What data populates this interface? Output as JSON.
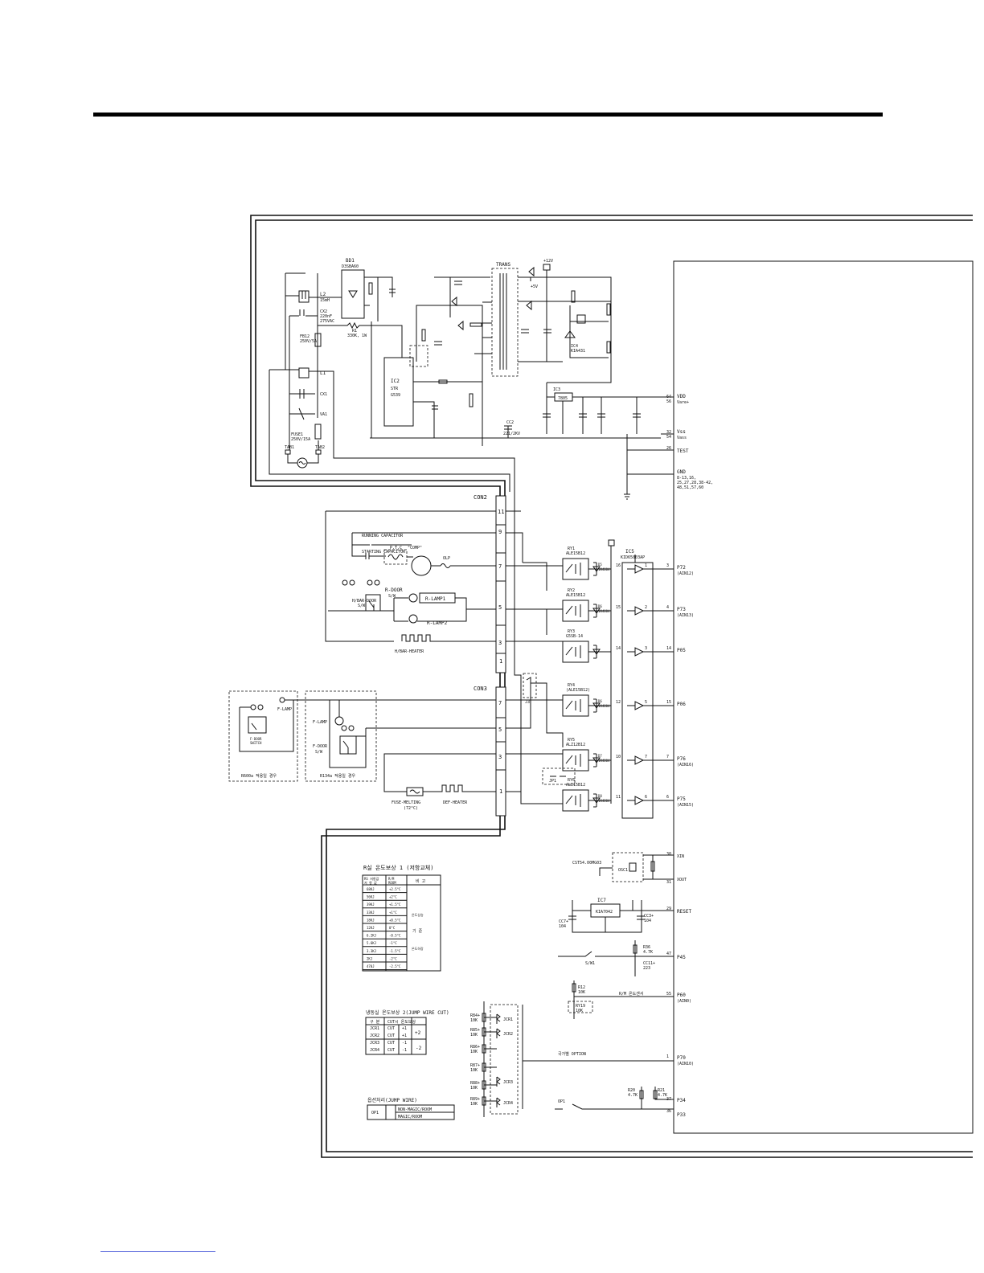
{
  "sheet": {
    "power": {
      "bridge": "BD1",
      "bridge_part": "D3SBA60",
      "coil_l2": "L2",
      "coil_l2_val": "15mH",
      "cx2": "CX2",
      "cx2_val1": "220nF",
      "cx2_val2": "275VAC",
      "fuse2": "FB12",
      "fuse2_val": "250V/5A",
      "coil_l1": "L1",
      "cx1": "CX1",
      "va1": "VA1",
      "fuse1": "FUSE1",
      "fuse1_val": "250V/15A",
      "tab1": "TAB1",
      "tab2": "TAB2",
      "r1": "R1",
      "r1_val": "330K, 1W",
      "trans": "TRANS",
      "ic2": "IC2",
      "ic2_part1": "STR",
      "ic2_part2": "G539",
      "cc2": "CC2",
      "cc2_val": "221/2KV",
      "ic3": "IC3",
      "ic3_part": "7805",
      "plus12v": "+12V",
      "plus5v": "+5V",
      "ic4": "IC4",
      "ic4_part": "KIA431"
    },
    "mcu_pins_top": [
      {
        "num": "64",
        "num2": "56",
        "name": "VDD",
        "name2": "Vare+"
      },
      {
        "num": "32",
        "num2": "54",
        "name": "Vss",
        "name2": "Vass"
      },
      {
        "num": "26",
        "name": "TEST"
      },
      {
        "num": "",
        "name": "GND",
        "name2": "8-13,16,",
        "name3": "25,27,28,38-42,",
        "name4": "48,51,57,60"
      }
    ],
    "con2": {
      "label": "CON2",
      "pins": [
        "11",
        "9",
        "7",
        "5",
        "3",
        "1"
      ],
      "running_cap": "RUNNING CAPACITOR",
      "starting_cap": "STARTING CAPACITOR",
      "ptc": "P.T.C",
      "comp": "\"COMP\"",
      "olp": "OLP",
      "r_door": "R-DOOR",
      "r_door_sub": "S/W",
      "h_bar_door": "H/BAR-DOOR",
      "h_bar_door_sub": "S/W",
      "r_lamp1": "R-LAMP1",
      "r_lamp2": "R-LAMP2",
      "h_bar_heater": "H/BAR-HEATER"
    },
    "con3": {
      "label": "CON3",
      "pins": [
        "7",
        "5",
        "3",
        "1"
      ],
      "f_lamp": "F-LAMP",
      "f_door_switch": "F-DOOR",
      "f_door_switch2": "SWITCH",
      "f_door": "F-DOOR",
      "f_door_sub": "S/W",
      "box1_caption": "R600a 적용일 경우",
      "box2_caption": "R134a 적용일 경우",
      "fuse_melting": "FUSE-MELTING",
      "fuse_temp": "(72°C)",
      "def_heater": "DEF-HEATER",
      "j3": "J3",
      "jp1": "JP1"
    },
    "driver": {
      "ic": "IC5",
      "part": "KID65003AP"
    },
    "relays": [
      {
        "name": "RY1",
        "part": "ALE15B12",
        "diode": "D5",
        "diode_part": "1N4004",
        "ic_in": "16",
        "ic_out": "1",
        "mcu_num": "3",
        "mcu_port": "P72",
        "mcu_sub": "(AIN12)"
      },
      {
        "name": "RY2",
        "part": "ALE15B12",
        "diode": "D6",
        "diode_part": "1N4004",
        "ic_in": "15",
        "ic_out": "2",
        "mcu_num": "4",
        "mcu_port": "P73",
        "mcu_sub": "(AIN13)"
      },
      {
        "name": "RY3",
        "part": "G5SB-14",
        "diode": "",
        "diode_part": "",
        "ic_in": "14",
        "ic_out": "3",
        "mcu_num": "14",
        "mcu_port": "P05",
        "mcu_sub": ""
      },
      {
        "name": "RY4",
        "part": "(ALE15B12)",
        "diode": "D6",
        "diode_part": "1N4004",
        "ic_in": "12",
        "ic_out": "5",
        "mcu_num": "15",
        "mcu_port": "P06",
        "mcu_sub": ""
      },
      {
        "name": "RY5",
        "part": "ALZ12B12",
        "diode": "D7",
        "diode_part": "1N4004",
        "ic_in": "10",
        "ic_out": "7",
        "mcu_num": "7",
        "mcu_port": "P76",
        "mcu_sub": "(AIN16)"
      },
      {
        "name": "RY6",
        "part": "ALE15B12",
        "diode": "D8",
        "diode_part": "1N4004",
        "ic_in": "11",
        "ic_out": "6",
        "mcu_num": "6",
        "mcu_port": "P75",
        "mcu_sub": "(AIN15)"
      }
    ],
    "osc": {
      "part": "CST54.00MG03",
      "label": "OSC1",
      "xin_num": "30",
      "xin": "XIN",
      "xout_num": "31",
      "xout": "XOUT"
    },
    "reset": {
      "ic": "IC7",
      "ic_part": "KIA7042",
      "cap_left": "CC7+",
      "cap_left_val": "104",
      "cap_right": "CC3+",
      "cap_right_val": "104",
      "num": "29",
      "name": "RESET"
    },
    "switch": {
      "label": "S/W1",
      "r": "R36",
      "r_val": "4.7K",
      "c": "CC11+",
      "c_val": "223",
      "num": "47",
      "name": "P45"
    },
    "sensor": {
      "r": "R12",
      "r_val": "10K",
      "label": "R/M 온도센서",
      "ry": "RY19",
      "ry_val": "10K",
      "num": "55",
      "name": "P60",
      "sub": "(AIN0)"
    },
    "option": {
      "label": "국가별 OPTION",
      "num": "1",
      "name": "P70",
      "sub": "(AIN10)"
    },
    "jumpers": {
      "rows": [
        {
          "r": "R84+",
          "v": "10K"
        },
        {
          "r": "R85+",
          "v": "10K"
        },
        {
          "r": "R86+",
          "v": "10K"
        },
        {
          "r": "R87+",
          "v": "10K"
        },
        {
          "r": "R88+",
          "v": "10K"
        },
        {
          "r": "R89+",
          "v": "10K"
        }
      ],
      "jcr": [
        "JCR1",
        "JCR2",
        "JCR3",
        "JCR4"
      ]
    },
    "op1": {
      "label": "OP1",
      "r20": "R20",
      "r20_val": "4.7K",
      "r21": "R21",
      "r21_val": "4.7K",
      "num1": "37",
      "name1": "P34",
      "num2": "36",
      "name2": "P33"
    },
    "table1": {
      "title": "R실 온도보상 1 (저항교체)",
      "head_left1": "RS 저항값",
      "head_left2": "저 항 값",
      "head_mid": "R/M",
      "head_mid2": "ROOM",
      "head_right": "비 고",
      "rows": [
        [
          "68KJ",
          "+2.5°C"
        ],
        [
          "56KJ",
          "+2°C"
        ],
        [
          "39KJ",
          "+1.5°C"
        ],
        [
          "33KJ",
          "+1°C"
        ],
        [
          "18KJ",
          "+0.5°C"
        ],
        [
          "12KJ",
          "0°C"
        ],
        [
          "6.2KJ",
          "-0.5°C"
        ],
        [
          "5.6KJ",
          "-1°C"
        ],
        [
          "3.3KJ",
          "-1.5°C"
        ],
        [
          "2KJ",
          "-2°C"
        ],
        [
          "470J",
          "-2.5°C"
        ]
      ],
      "note_up": "온도상승",
      "note_std": "기 준",
      "note_down": "온도하강"
    },
    "table2": {
      "title": "냉동실 온도보상 2(JUMP WIRE CUT)",
      "head": [
        "구 분",
        "CUT시 온도보상"
      ],
      "rows": [
        [
          "JCR1",
          "CUT",
          "+1"
        ],
        [
          "JCR2",
          "CUT",
          "+1"
        ],
        [
          "JCR3",
          "CUT",
          "-1"
        ],
        [
          "JCR4",
          "CUT",
          "-1"
        ]
      ],
      "sum_plus": "+2",
      "sum_minus": "-2"
    },
    "table3": {
      "title": "옵션처리(JUMP WIRE)",
      "rows": [
        [
          "OP1",
          "NON-MAGIC/ROOM"
        ],
        [
          "",
          "MAGIC/ROOM"
        ]
      ]
    }
  }
}
